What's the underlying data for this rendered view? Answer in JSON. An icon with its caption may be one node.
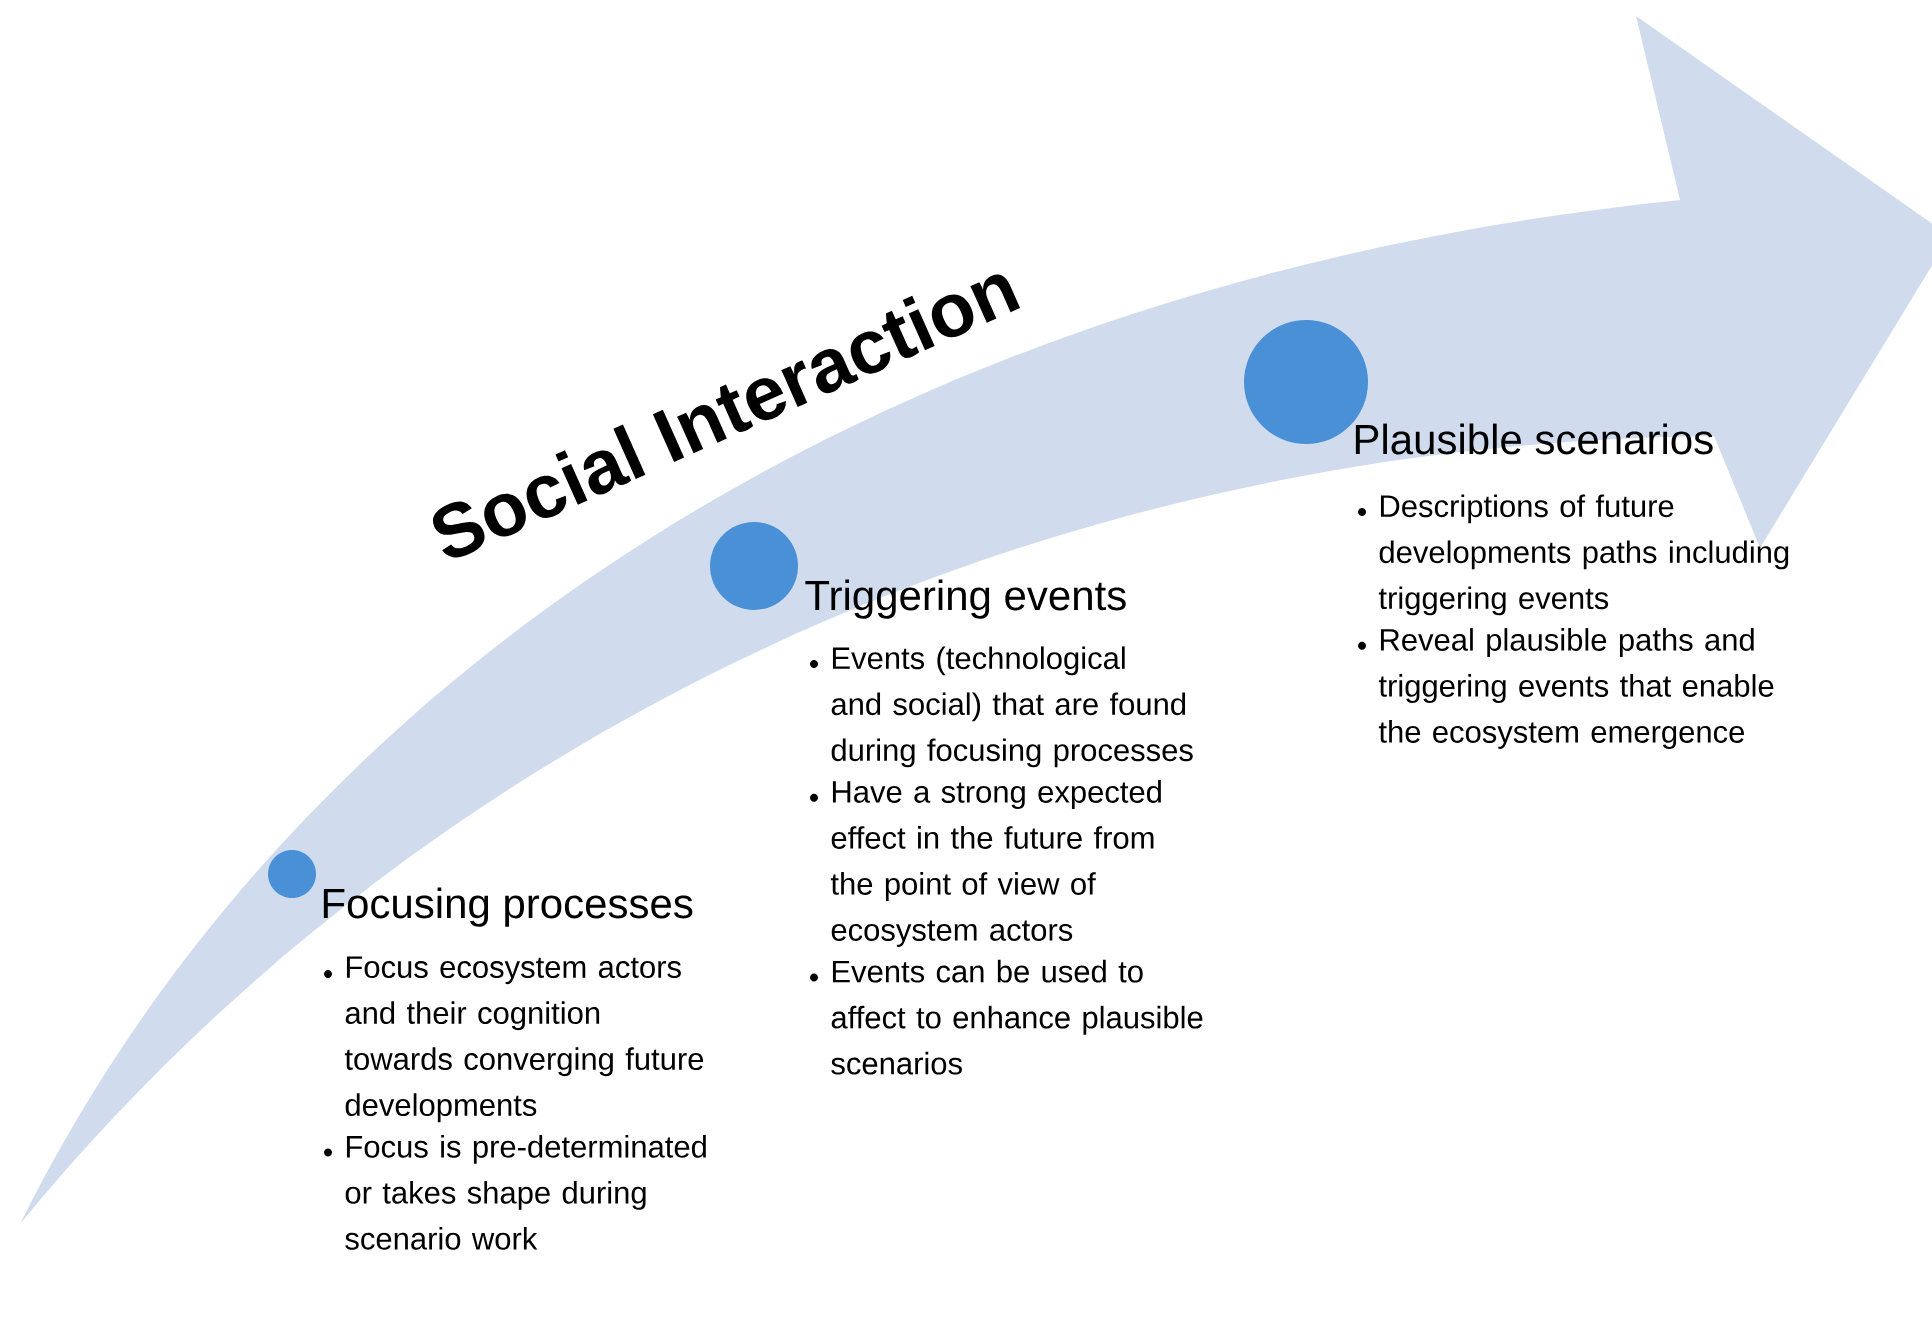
{
  "diagram": {
    "title": "Social Interaction",
    "nodes": [
      {
        "text": [
          "Focusing processes",
          "Focus ecosystem actors and their cognition towards converging future developments",
          "Focus is pre-determinated or takes shape during scenario work"
        ]
      },
      {
        "text": [
          "Triggering events",
          "Events (technological and social) that are found during focusing processes",
          "Have a strong expected effect in the future from the point of view of ecosystem actors",
          "Events can be used to affect to enhance plausible scenarios"
        ]
      },
      {
        "text": [
          "Plausible scenarios",
          "Descriptions of future developments paths including triggering events",
          "Reveal plausible paths and triggering events that enable the ecosystem emergence"
        ]
      }
    ]
  }
}
